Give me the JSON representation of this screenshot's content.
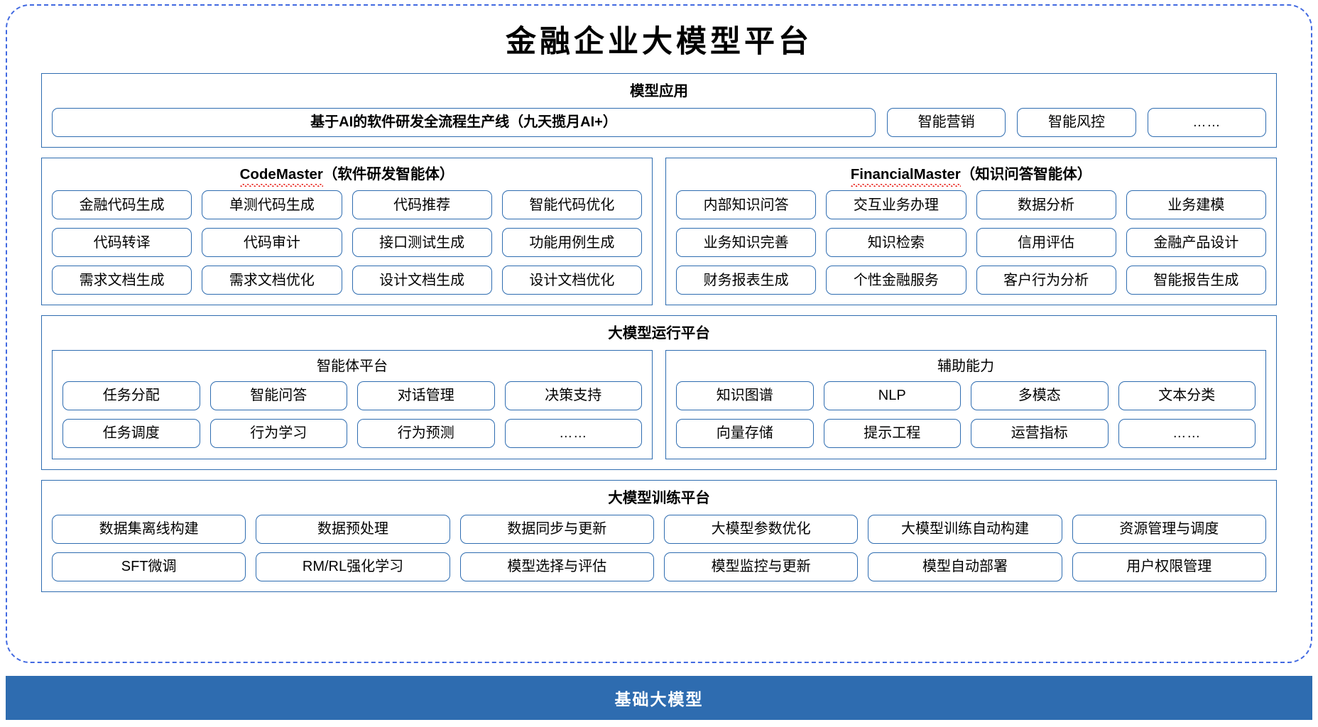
{
  "title": "金融企业大模型平台",
  "colors": {
    "outer_dashed_border": "#4169E1",
    "box_border": "#2E6CB0",
    "base_bar_bg": "#2E6CB0",
    "base_bar_text": "#FFFFFF",
    "spellcheck_underline": "#E8211A"
  },
  "model_application": {
    "title": "模型应用",
    "primary": "基于AI的软件研发全流程生产线（九天揽月AI+）",
    "items": [
      "智能营销",
      "智能风控",
      "……"
    ]
  },
  "agents": [
    {
      "name": "CodeMaster",
      "suffix": "（软件研发智能体）",
      "spellchecked": true,
      "rows": [
        [
          "金融代码生成",
          "单测代码生成",
          "代码推荐",
          "智能代码优化"
        ],
        [
          "代码转译",
          "代码审计",
          "接口测试生成",
          "功能用例生成"
        ],
        [
          "需求文档生成",
          "需求文档优化",
          "设计文档生成",
          "设计文档优化"
        ]
      ]
    },
    {
      "name": "FinancialMaster",
      "suffix": "（知识问答智能体）",
      "spellchecked": true,
      "rows": [
        [
          "内部知识问答",
          "交互业务办理",
          "数据分析",
          "业务建模"
        ],
        [
          "业务知识完善",
          "知识检索",
          "信用评估",
          "金融产品设计"
        ],
        [
          "财务报表生成",
          "个性金融服务",
          "客户行为分析",
          "智能报告生成"
        ]
      ]
    }
  ],
  "runtime_platform": {
    "title": "大模型运行平台",
    "subpanels": [
      {
        "title": "智能体平台",
        "rows": [
          [
            "任务分配",
            "智能问答",
            "对话管理",
            "决策支持"
          ],
          [
            "任务调度",
            "行为学习",
            "行为预测",
            "……"
          ]
        ]
      },
      {
        "title": "辅助能力",
        "rows": [
          [
            "知识图谱",
            "NLP",
            "多模态",
            "文本分类"
          ],
          [
            "向量存储",
            "提示工程",
            "运营指标",
            "……"
          ]
        ]
      }
    ]
  },
  "training_platform": {
    "title": "大模型训练平台",
    "rows": [
      [
        "数据集离线构建",
        "数据预处理",
        "数据同步与更新",
        "大模型参数优化",
        "大模型训练自动构建",
        "资源管理与调度"
      ],
      [
        "SFT微调",
        "RM/RL强化学习",
        "模型选择与评估",
        "模型监控与更新",
        "模型自动部署",
        "用户权限管理"
      ]
    ]
  },
  "base_model": {
    "label": "基础大模型"
  }
}
